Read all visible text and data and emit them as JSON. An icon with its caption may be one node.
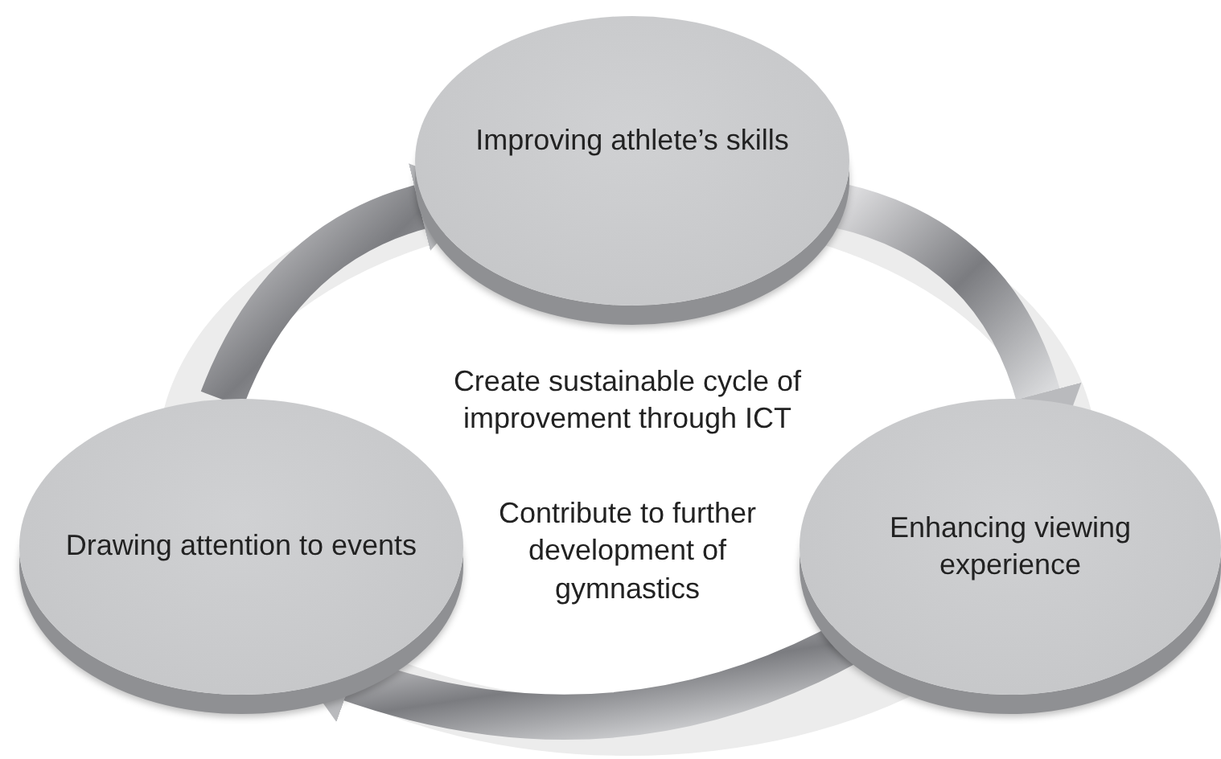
{
  "diagram": {
    "nodes": [
      {
        "text": [
          "Improving athlete’s skills"
        ]
      },
      {
        "text": [
          "Drawing attention to events"
        ]
      },
      {
        "text": [
          "Enhancing viewing experience"
        ]
      }
    ],
    "edges": [
      {
        "from": 1,
        "to": 0,
        "arrow": "to"
      },
      {
        "from": 0,
        "to": 2,
        "arrow": "to"
      },
      {
        "from": 2,
        "to": 1,
        "arrow": "to"
      }
    ],
    "labels": [
      "Create sustainable cycle of improvement through ICT",
      "Contribute to further development of gymnastics"
    ]
  }
}
